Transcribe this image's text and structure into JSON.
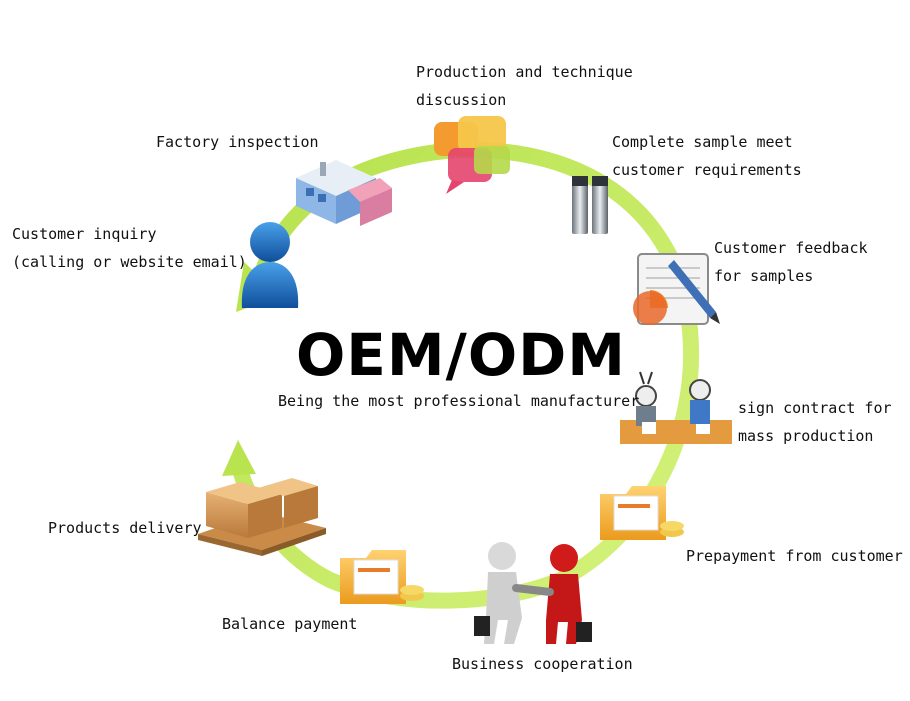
{
  "center": {
    "title": "OEM/ODM",
    "subtitle": "Being the most professional manufacturer"
  },
  "steps": [
    {
      "line1": "Customer inquiry",
      "line2": "(calling or website email)",
      "icon": "person-icon"
    },
    {
      "line1": "Factory inspection",
      "line2": "",
      "icon": "factory-icon"
    },
    {
      "line1": "Production and technique",
      "line2": "discussion",
      "icon": "chat-bubbles-icon"
    },
    {
      "line1": "Complete sample meet",
      "line2": "customer requirements",
      "icon": "sample-bottles-icon"
    },
    {
      "line1": "Customer feedback",
      "line2": "for samples",
      "icon": "clipboard-pencil-icon"
    },
    {
      "line1": "sign contract for",
      "line2": "mass production",
      "icon": "contract-signing-icon"
    },
    {
      "line1": "Prepayment from customer",
      "line2": "",
      "icon": "folder-coins-icon"
    },
    {
      "line1": "Business cooperation",
      "line2": "",
      "icon": "handshake-icon"
    },
    {
      "line1": "Balance payment",
      "line2": "",
      "icon": "folder-coins-icon"
    },
    {
      "line1": "Products delivery",
      "line2": "",
      "icon": "boxes-pallet-icon"
    }
  ],
  "colors": {
    "cycle_arrow": "#c8ec62",
    "person": "#1d6fc2",
    "folder": "#f3b33a",
    "handshake_red": "#d11a1a"
  }
}
